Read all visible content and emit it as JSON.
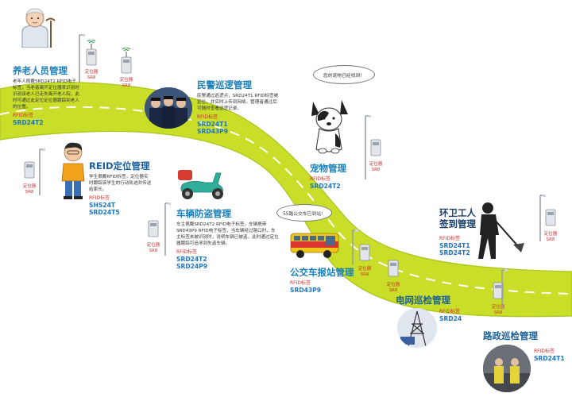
{
  "colors": {
    "road": "#c8de28",
    "road_border": "#a9c41d",
    "lane": "#ffffff",
    "title": "#1a7fb8",
    "tag": "#d23030",
    "code": "#1f74c0"
  },
  "sections": {
    "elder": {
      "title": "养老人员管理",
      "desc": "老年人佩戴SRD24T2 RFID电子标签，当老者离开定位器来识别时识别该老人已走失离开老人院，此时可通过此定位定位器跟踪到老人的位置。",
      "tag": "RFID标签",
      "codes": [
        "SRD24T2"
      ]
    },
    "police": {
      "title": "民警巡逻管理",
      "desc": "民警通过巡逻点，SRD24T1 RFID标签被定位，并实时上传到网络，管理者通过后可随时查看巡逻记录。",
      "tag": "RFID标签",
      "codes": [
        "SRD24T1",
        "SRD43P9"
      ]
    },
    "pet": {
      "title": "宠物管理",
      "tag": "RFID标签",
      "codes": [
        "SRD24T2"
      ],
      "bubble": "您的宠物已经找到！"
    },
    "reid": {
      "title": "REID定位管理",
      "desc": "学生佩戴RFID标签，定位器实时跟踪该学生的行动轨迹并传送给家长。",
      "tag": "RFID标签",
      "codes": [
        "SHS24T",
        "SRD24T5"
      ]
    },
    "vehicle": {
      "title": "车辆防盗管理",
      "desc": "车主佩戴SRD24T2 RFID电子标签，车辆携带SRD43P9 RFID电子标签，当车辆经过路口时，车主标签未被识别时，说明车辆已被盗，此时通过定位器跟踪可追寻到失盗车辆。",
      "tag": "RFID标签",
      "codes": [
        "SRD24T2",
        "SRD24P9"
      ]
    },
    "bus": {
      "title": "公交车报站管理",
      "tag": "RFID标签",
      "codes": [
        "SRD43P9"
      ],
      "bubble": "55路公交车已到站！"
    },
    "sanitation": {
      "title_lines": [
        "环卫工人",
        "签到管理"
      ],
      "tag": "RFID标签",
      "codes": [
        "SRD24T1",
        "SRD24T2"
      ]
    },
    "grid": {
      "title": "电网巡检管理",
      "tag": "RFID标签",
      "codes": [
        "SRD24"
      ]
    },
    "roadinsp": {
      "title": "路政巡检管理",
      "tag": "RFID标签",
      "codes": [
        "SRD24T1"
      ]
    }
  },
  "locator": {
    "name": "定位器",
    "model": "SR8"
  }
}
